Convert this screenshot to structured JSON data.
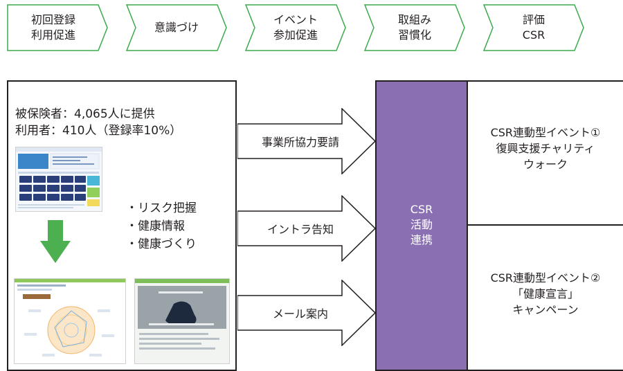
{
  "steps": [
    {
      "line1": "初回登録",
      "line2": "利用促進"
    },
    {
      "line1": "意識づけ",
      "line2": ""
    },
    {
      "line1": "イベント",
      "line2": "参加促進"
    },
    {
      "line1": "取組み",
      "line2": "習慣化"
    },
    {
      "line1": "評価",
      "line2": "CSR"
    }
  ],
  "stats": {
    "line1": "被保険者：4,065人に提供",
    "line2": "利用者：410人（登録率10%）"
  },
  "features": [
    "・リスク把握",
    "・健康情報",
    "・健康づくり"
  ],
  "channels": [
    "事業所協力要請",
    "イントラ告知",
    "メール案内"
  ],
  "csr": {
    "line1": "CSR",
    "line2": "活動",
    "line3": "連携"
  },
  "events": [
    {
      "line1": "CSR連動型イベント①",
      "line2": "復興支援チャリティ",
      "line3": "ウォーク"
    },
    {
      "line1": "CSR連動型イベント②",
      "line2": "「健康宣言」",
      "line3": "キャンペーン"
    }
  ],
  "colors": {
    "chevron_border": "#3aaa4a",
    "down_arrow": "#4caf50",
    "csr_bar": "#8a6fb3",
    "line": "#231f20"
  },
  "icons": {
    "down_arrow": "down-arrow-icon",
    "channel_arrow": "right-arrow-icon"
  }
}
